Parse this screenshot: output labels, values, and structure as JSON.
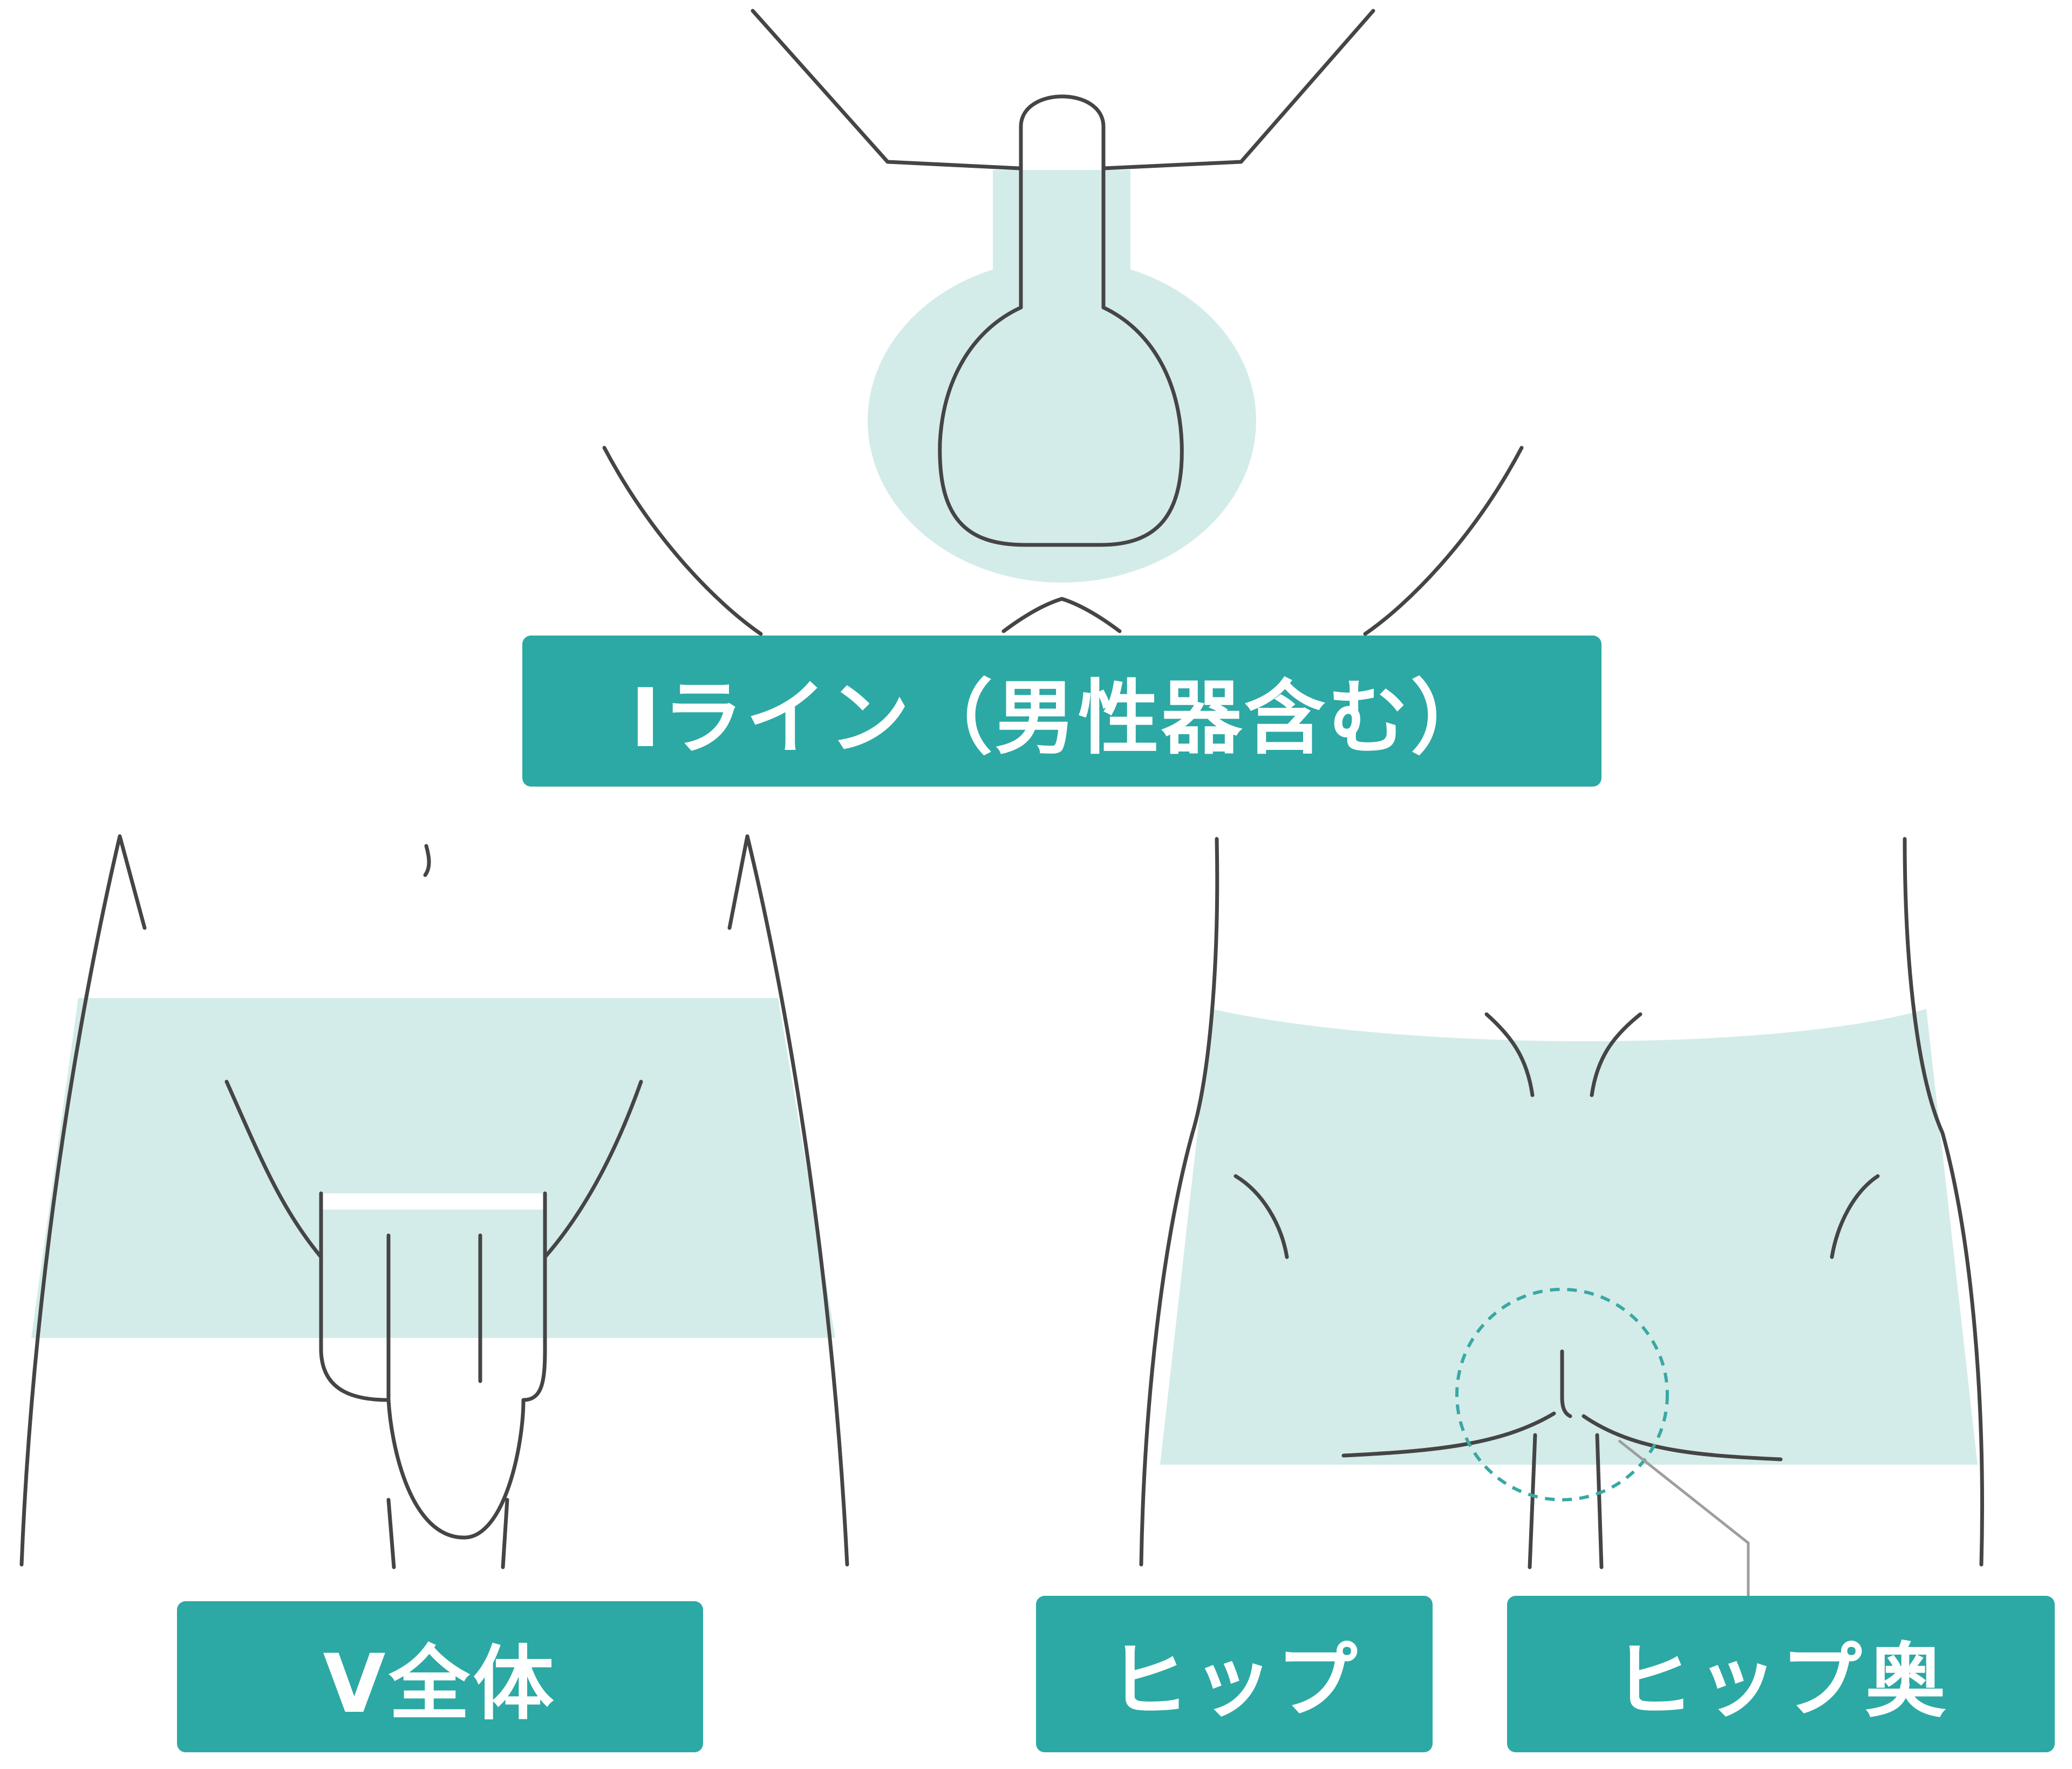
{
  "labels": {
    "i_line": "Iライン（男性器含む）",
    "v_zone": "V全体",
    "hip": "ヒップ",
    "hip_inner": "ヒップ奥"
  },
  "colors": {
    "highlight_fill": "#d4ece9",
    "label_background": "#2ca9a4",
    "label_text": "#ffffff",
    "outline": "#454545",
    "dashed_circle": "#3aa8a3",
    "callout_line": "#9e9e9e"
  }
}
